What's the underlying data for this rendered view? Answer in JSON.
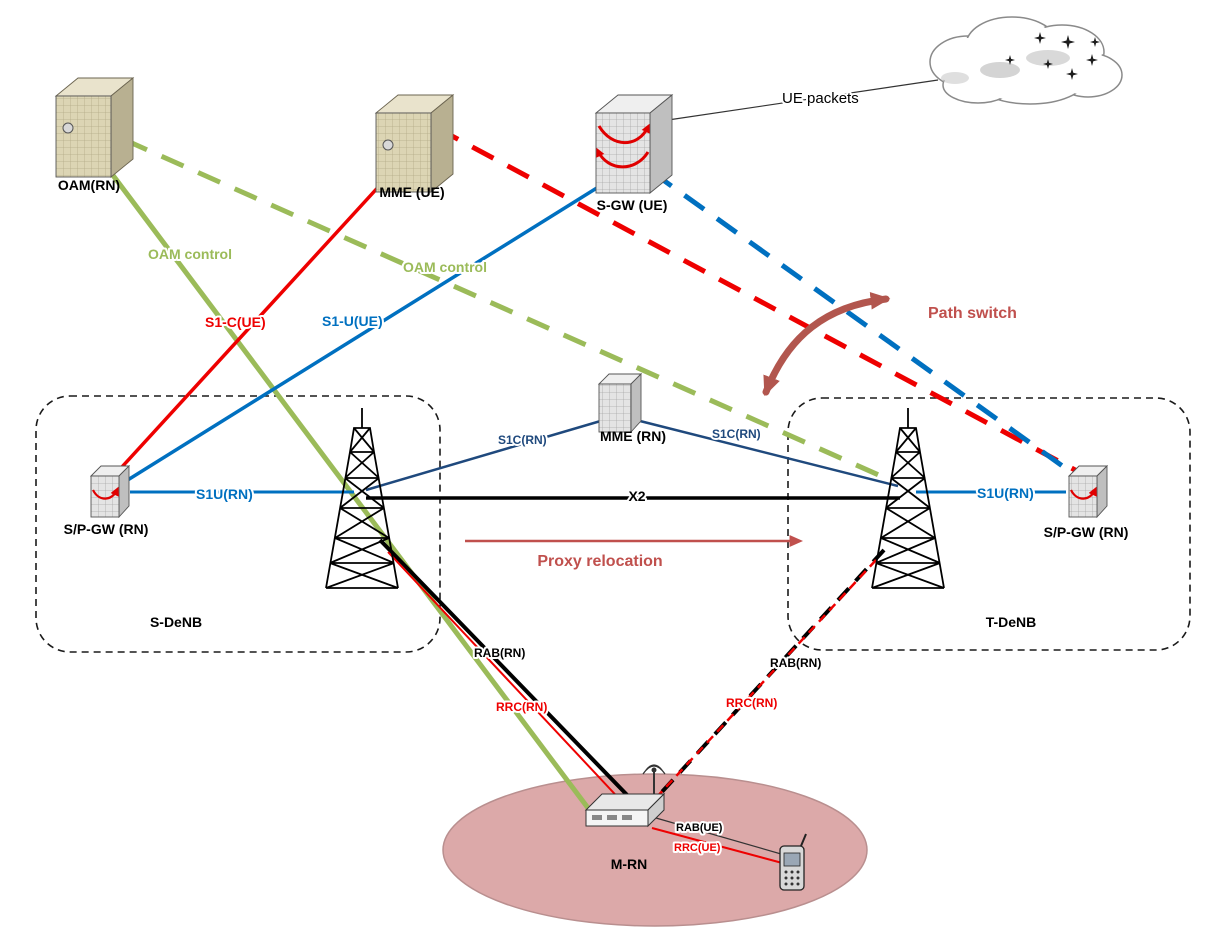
{
  "nodes": {
    "oam_rn": {
      "label": "OAM(RN)"
    },
    "mme_ue": {
      "label": "MME (UE)"
    },
    "sgw_ue": {
      "label": "S-GW (UE)"
    },
    "cloud": {
      "label": "UE packets"
    },
    "mme_rn": {
      "label": "MME (RN)"
    },
    "spgw_rn_left": {
      "label": "S/P-GW (RN)"
    },
    "spgw_rn_right": {
      "label": "S/P-GW (RN)"
    },
    "s_denb": {
      "label": "S-DeNB"
    },
    "t_denb": {
      "label": "T-DeNB"
    },
    "m_rn": {
      "label": "M-RN"
    }
  },
  "links": {
    "oam_control_source": {
      "label": "OAM control",
      "color": "#9bbb59",
      "style": "solid"
    },
    "oam_control_target": {
      "label": "OAM control",
      "color": "#9bbb59",
      "style": "dashed"
    },
    "s1c_ue": {
      "label": "S1-C(UE)",
      "color": "#ee0000",
      "style": "solid"
    },
    "s1u_ue": {
      "label": "S1-U(UE)",
      "color": "#0070c0",
      "style": "solid"
    },
    "s1c_ue_new": {
      "color": "#ee0000",
      "style": "dashed"
    },
    "s1u_ue_new": {
      "color": "#0070c0",
      "style": "dashed"
    },
    "s1c_rn_source": {
      "label": "S1C(RN)",
      "color": "#1f497d",
      "style": "solid"
    },
    "s1c_rn_target": {
      "label": "S1C(RN)",
      "color": "#1f497d",
      "style": "solid"
    },
    "s1u_rn_source": {
      "label": "S1U(RN)",
      "color": "#0070c0",
      "style": "solid"
    },
    "s1u_rn_target": {
      "label": "S1U(RN)",
      "color": "#0070c0",
      "style": "solid"
    },
    "x2": {
      "label": "X2",
      "color": "#000000",
      "style": "solid"
    },
    "rab_rn_source": {
      "label": "RAB(RN)",
      "color": "#000000",
      "style": "solid"
    },
    "rrc_rn_source": {
      "label": "RRC(RN)",
      "color": "#ee0000",
      "style": "solid"
    },
    "rab_rn_target": {
      "label": "RAB(RN)",
      "color": "#000000",
      "style": "dashed"
    },
    "rrc_rn_target": {
      "label": "RRC(RN)",
      "color": "#ee0000",
      "style": "dashed"
    },
    "rab_ue": {
      "label": "RAB(UE)",
      "color": "#000000",
      "style": "solid"
    },
    "rrc_ue": {
      "label": "RRC(UE)",
      "color": "#ee0000",
      "style": "solid"
    }
  },
  "annotations": {
    "path_switch": {
      "label": "Path switch",
      "color": "#c0504d"
    },
    "proxy_relocation": {
      "label": "Proxy relocation",
      "color": "#c0504d"
    }
  },
  "colors": {
    "oam_green": "#9bbb59",
    "signal_red": "#ee0000",
    "user_blue": "#0070c0",
    "control_navy": "#1f497d",
    "annotation_brown": "#c0504d",
    "coverage_pink": "#dca9a9"
  }
}
